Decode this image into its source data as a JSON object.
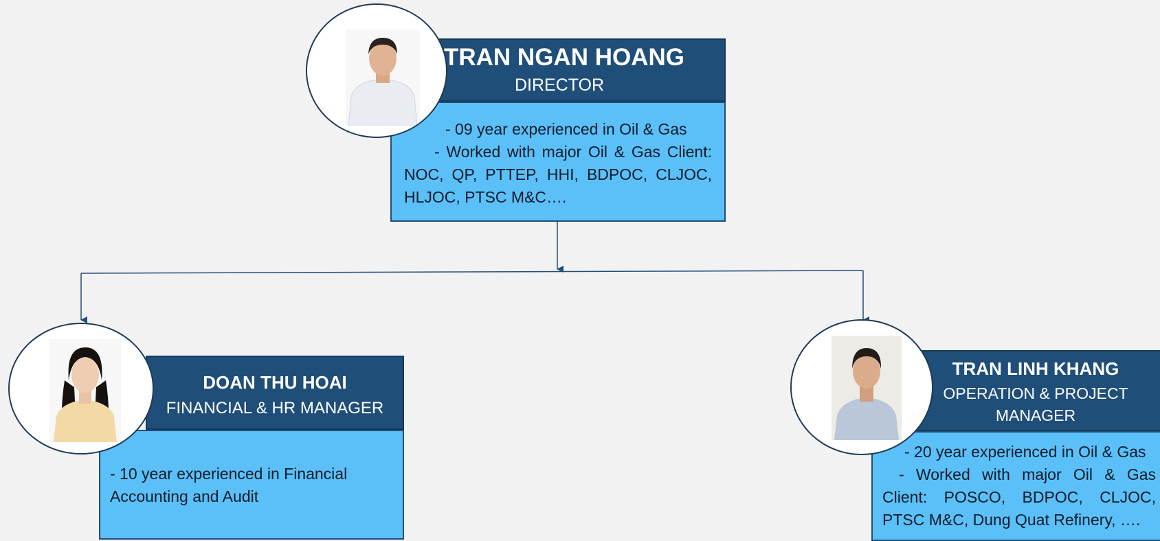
{
  "director": {
    "name": "TRAN NGAN HOANG",
    "title": "DIRECTOR",
    "details": [
      "-   09 year experienced in Oil & Gas",
      "- Worked with major Oil & Gas Client: NOC, QP, PTTEP, HHI, BDPOC, CLJOC, HLJOC, PTSC M&C…."
    ]
  },
  "financial_manager": {
    "name": "DOAN THU HOAI",
    "title": "FINANCIAL & HR MANAGER",
    "details": [
      " - 10 year experienced in Financial Accounting and Audit"
    ]
  },
  "operation_manager": {
    "name": "TRAN LINH KHANG",
    "title": "OPERATION & PROJECT MANAGER",
    "details": [
      "- 20 year experienced in Oil & Gas",
      "- Worked with major Oil & Gas Client: POSCO, BDPOC, CLJOC, PTSC M&C, Dung Quat Refinery, …."
    ]
  },
  "colors": {
    "header_fill": "#1f4e79",
    "body_fill": "#5bc0f8",
    "connector": "#1f4e79",
    "background": "#f2f2f2"
  },
  "icons": {
    "photo": "person-photo-icon",
    "arrow": "arrow-down-icon"
  }
}
